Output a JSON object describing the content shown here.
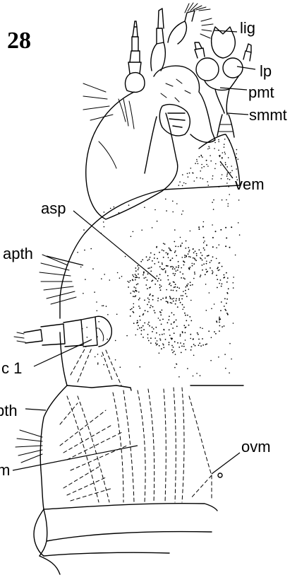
{
  "figure": {
    "number": "28",
    "labels": {
      "lig": "lig",
      "lp": "lp",
      "pmt": "pmt",
      "smmt": "smmt",
      "vem": "vem",
      "asp": "asp",
      "apth": "apth",
      "c1": "c 1",
      "pth": "pth",
      "ovm": "ovm",
      "m": "m"
    }
  },
  "colors": {
    "ink": "#000000",
    "background": "#ffffff"
  }
}
